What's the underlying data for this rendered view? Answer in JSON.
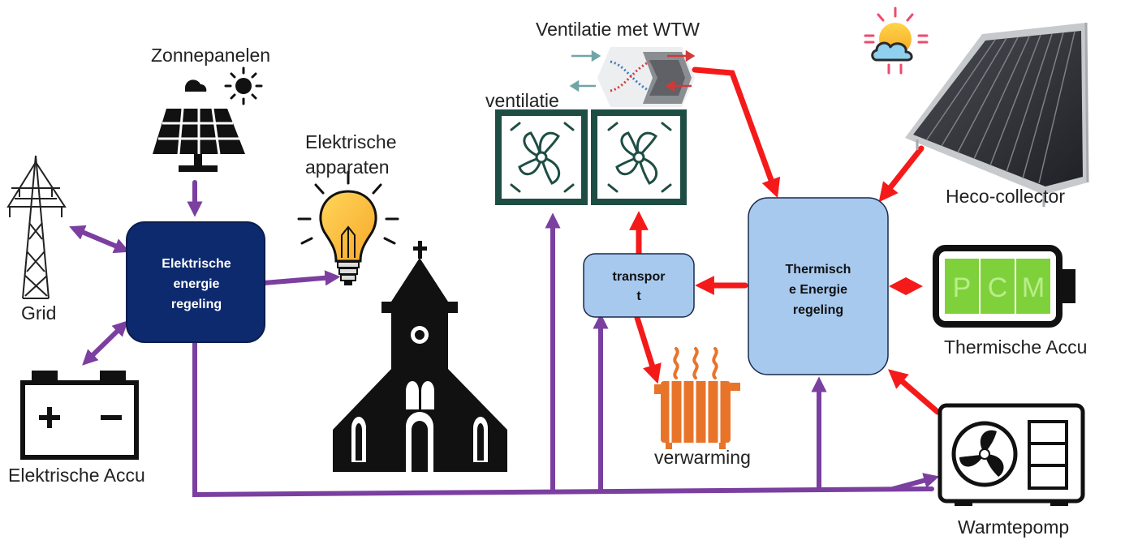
{
  "labels": {
    "zonnepanelen": "Zonnepanelen",
    "elektrische_apparaten_1": "Elektrische",
    "elektrische_apparaten_2": "apparaten",
    "grid": "Grid",
    "elektrische_accu": "Elektrische Accu",
    "ventilatie_wtw": "Ventilatie met WTW",
    "ventilatie": "ventilatie",
    "heco_collector": "Heco-collector",
    "thermische_accu": "Thermische Accu",
    "verwarming": "verwarming",
    "warmtepomp": "Warmtepomp",
    "pcm": [
      "P",
      "C",
      "M"
    ]
  },
  "boxes": {
    "elektrische_regeling": [
      "Elektrische",
      "energie",
      "regeling"
    ],
    "transport": [
      "transpor",
      "t"
    ],
    "thermische_regeling": [
      "Thermisch",
      "e Energie",
      "regeling"
    ]
  },
  "colors": {
    "electric_flow": "#7b3fa0",
    "thermal_flow": "#f51a1a",
    "electric_box": "#0e2a6e",
    "thermal_box": "#a7c9ee",
    "icon_dark": "#111111",
    "ventilation": "#1e4d44",
    "radiator": "#e8742a",
    "pcm_green": "#7fd13b"
  }
}
